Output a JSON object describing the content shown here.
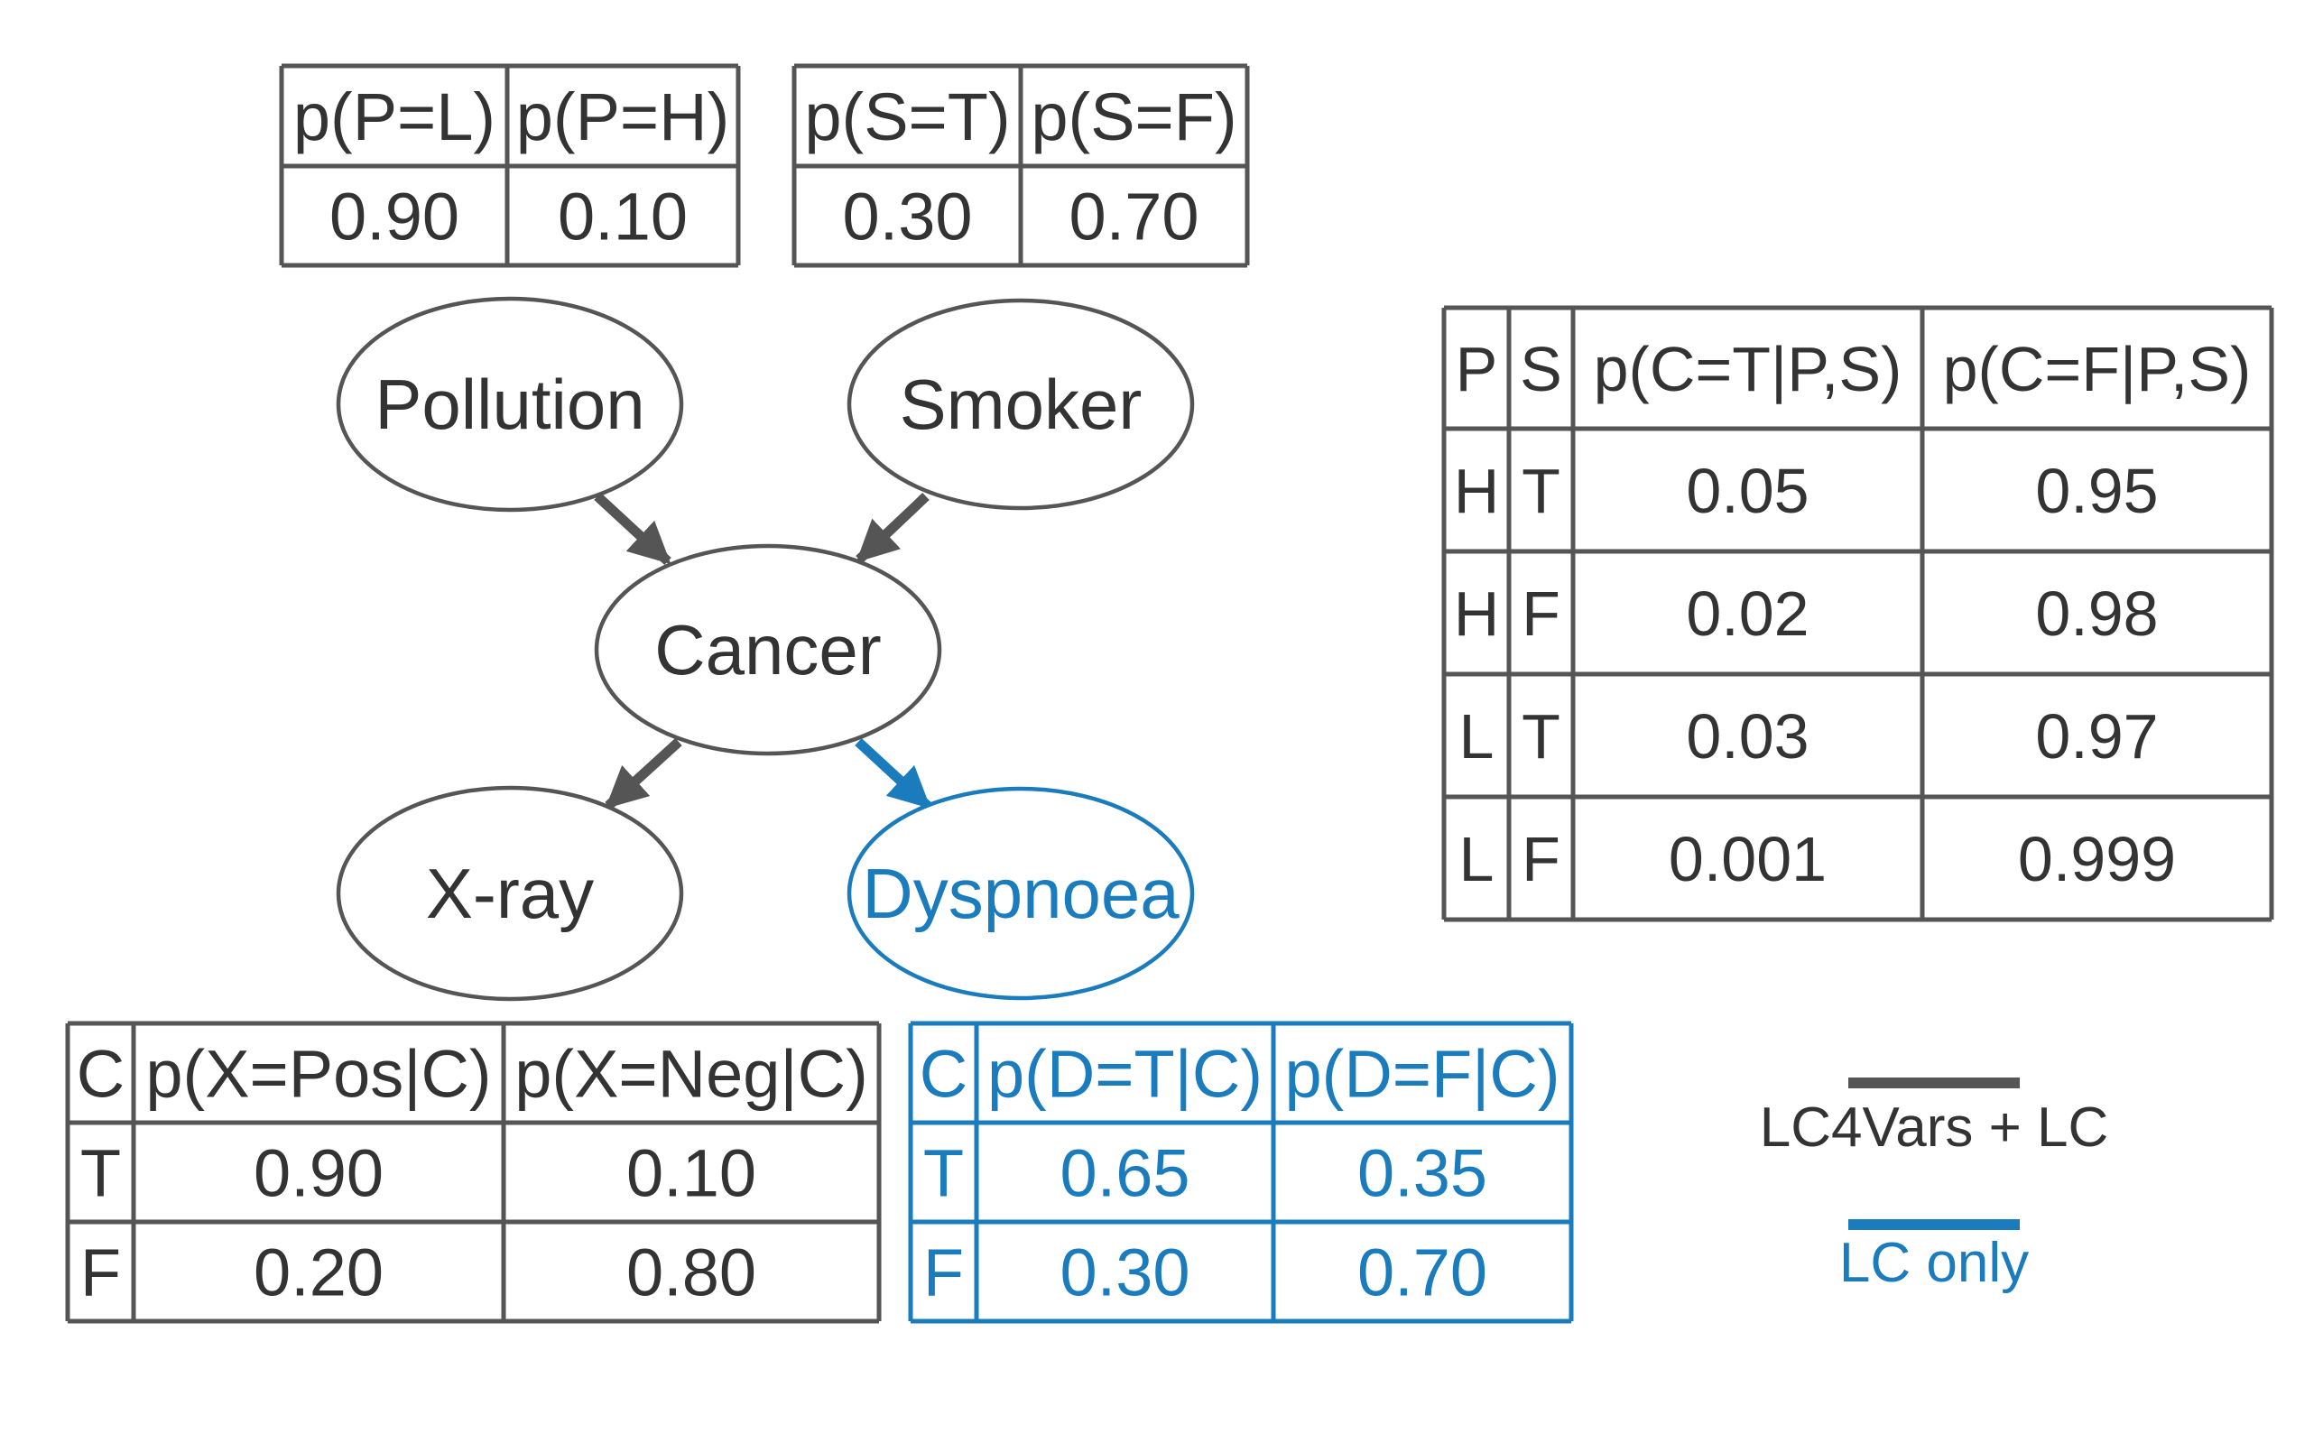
{
  "colors": {
    "gray": "#555555",
    "blue": "#1a7bbd",
    "text": "#333333",
    "white": "#ffffff"
  },
  "nodes": {
    "pollution": {
      "label": "Pollution",
      "kind": "gray"
    },
    "smoker": {
      "label": "Smoker",
      "kind": "gray"
    },
    "cancer": {
      "label": "Cancer",
      "kind": "gray"
    },
    "xray": {
      "label": "X-ray",
      "kind": "gray"
    },
    "dyspnoea": {
      "label": "Dyspnoea",
      "kind": "blue"
    }
  },
  "edges": [
    {
      "from": "pollution",
      "to": "cancer",
      "kind": "gray"
    },
    {
      "from": "smoker",
      "to": "cancer",
      "kind": "gray"
    },
    {
      "from": "cancer",
      "to": "xray",
      "kind": "gray"
    },
    {
      "from": "cancer",
      "to": "dyspnoea",
      "kind": "blue"
    }
  ],
  "tables": {
    "pollution": {
      "kind": "gray",
      "header": [
        "p(P=L)",
        "p(P=H)"
      ],
      "rows": [
        [
          "0.90",
          "0.10"
        ]
      ]
    },
    "smoker": {
      "kind": "gray",
      "header": [
        "p(S=T)",
        "p(S=F)"
      ],
      "rows": [
        [
          "0.30",
          "0.70"
        ]
      ]
    },
    "cancer": {
      "kind": "gray",
      "header": [
        "P",
        "S",
        "p(C=T|P,S)",
        "p(C=F|P,S)"
      ],
      "rows": [
        [
          "H",
          "T",
          "0.05",
          "0.95"
        ],
        [
          "H",
          "F",
          "0.02",
          "0.98"
        ],
        [
          "L",
          "T",
          "0.03",
          "0.97"
        ],
        [
          "L",
          "F",
          "0.001",
          "0.999"
        ]
      ]
    },
    "xray": {
      "kind": "gray",
      "header": [
        "C",
        "p(X=Pos|C)",
        "p(X=Neg|C)"
      ],
      "rows": [
        [
          "T",
          "0.90",
          "0.10"
        ],
        [
          "F",
          "0.20",
          "0.80"
        ]
      ]
    },
    "dyspnoea": {
      "kind": "blue",
      "header": [
        "C",
        "p(D=T|C)",
        "p(D=F|C)"
      ],
      "rows": [
        [
          "T",
          "0.65",
          "0.35"
        ],
        [
          "F",
          "0.30",
          "0.70"
        ]
      ]
    }
  },
  "legend": {
    "items": [
      {
        "label": "LC4Vars + LC",
        "kind": "gray"
      },
      {
        "label": "LC only",
        "kind": "blue"
      }
    ]
  }
}
